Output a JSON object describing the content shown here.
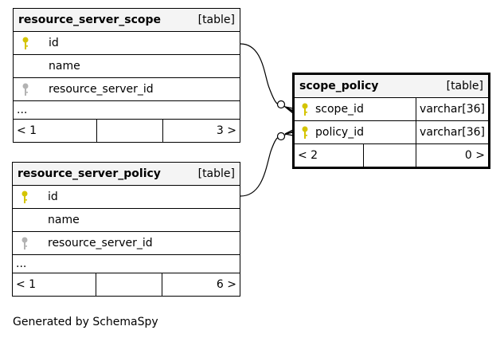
{
  "tables": [
    {
      "name": "resource_server_scope",
      "kind": "[table]",
      "columns": [
        {
          "name": "id",
          "key": "primary"
        },
        {
          "name": "name",
          "key": "none"
        },
        {
          "name": "resource_server_id",
          "key": "foreign"
        }
      ],
      "more": "...",
      "footer": {
        "left": "< 1",
        "right": "3 >"
      }
    },
    {
      "name": "resource_server_policy",
      "kind": "[table]",
      "columns": [
        {
          "name": "id",
          "key": "primary"
        },
        {
          "name": "name",
          "key": "none"
        },
        {
          "name": "resource_server_id",
          "key": "foreign"
        }
      ],
      "more": "...",
      "footer": {
        "left": "< 1",
        "right": "6 >"
      }
    },
    {
      "name": "scope_policy",
      "kind": "[table]",
      "columns": [
        {
          "name": "scope_id",
          "type": "varchar[36]",
          "key": "primary"
        },
        {
          "name": "policy_id",
          "type": "varchar[36]",
          "key": "primary"
        }
      ],
      "footer": {
        "left": "< 2",
        "right": "0 >"
      }
    }
  ],
  "generated_by": "Generated by SchemaSpy",
  "colors": {
    "primary_key": "#d4c400",
    "foreign_key": "#b3b3b3",
    "header_bg": "#f4f4f4"
  }
}
